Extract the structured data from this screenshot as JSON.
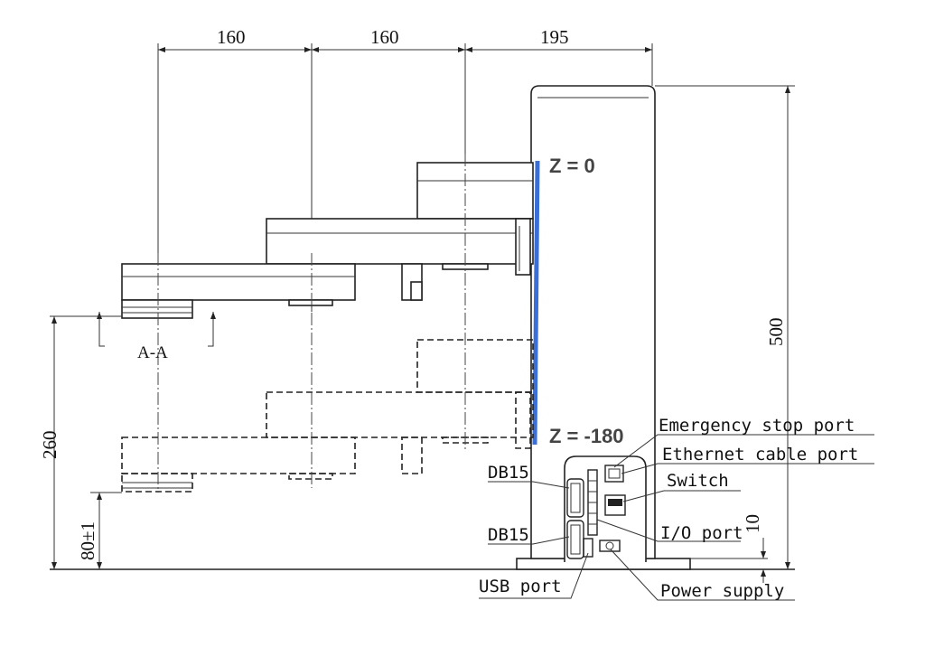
{
  "dimensions": {
    "top": [
      "160",
      "160",
      "195"
    ],
    "height_total": "500",
    "stroke_range": "260",
    "base_height": "80±1",
    "foot_gap": "10",
    "section": "A-A"
  },
  "z_labels": {
    "top": "Z = 0",
    "bottom": "Z = -180"
  },
  "callouts": {
    "emergency_stop": "Emergency stop port",
    "ethernet": "Ethernet cable port",
    "switch": "Switch",
    "io": "I/O port",
    "power": "Power supply",
    "usb": "USB port",
    "db15_upper": "DB15",
    "db15_lower": "DB15"
  },
  "colors": {
    "z_axis_highlight": "#3a6fd8",
    "z_label": "#444444",
    "lines": "#222222"
  }
}
